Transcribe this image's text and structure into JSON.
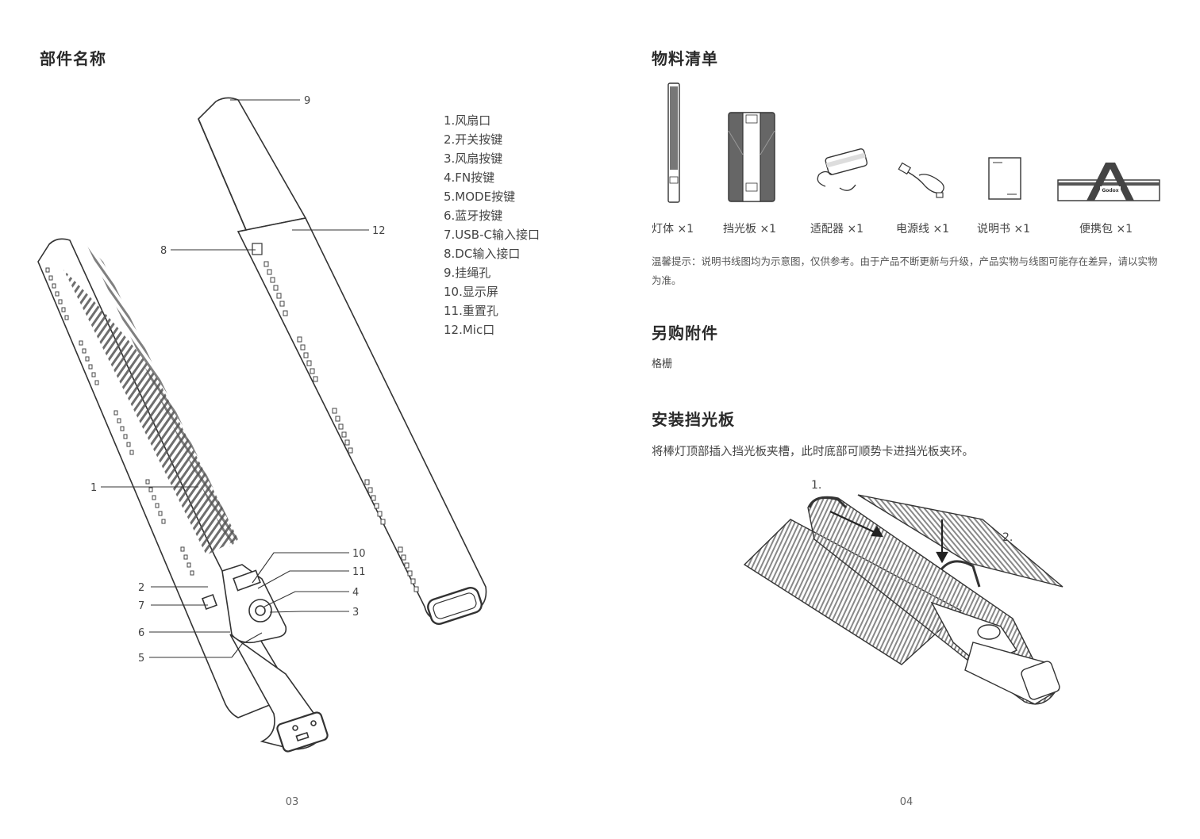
{
  "left_page": {
    "title": "部件名称",
    "parts": [
      "1.风扇口",
      "2.开关按键",
      "3.风扇按键",
      "4.FN按键",
      "5.MODE按键",
      "6.蓝牙按键",
      "7.USB-C输入接口",
      "8.DC输入接口",
      "9.挂绳孔",
      "10.显示屏",
      "11.重置孔",
      "12.Mic口"
    ],
    "callouts": [
      "1",
      "2",
      "3",
      "4",
      "5",
      "6",
      "7",
      "8",
      "9",
      "10",
      "11",
      "12"
    ],
    "page_number": "03"
  },
  "right_page": {
    "contents_title": "物料清单",
    "contents": [
      {
        "label": "灯体 ×1",
        "icon": "light-stick-icon"
      },
      {
        "label": "挡光板 ×1",
        "icon": "barn-door-icon"
      },
      {
        "label": "适配器 ×1",
        "icon": "adapter-icon"
      },
      {
        "label": "电源线 ×1",
        "icon": "power-cord-icon"
      },
      {
        "label": "说明书 ×1",
        "icon": "manual-icon"
      },
      {
        "label": "便携包 ×1",
        "icon": "carry-bag-icon"
      }
    ],
    "bag_logo": "Godox",
    "note": "温馨提示：说明书线图均为示意图，仅供参考。由于产品不断更新与升级，产品实物与线图可能存在差异，请以实物为准。",
    "accessories_title": "另购附件",
    "accessories_item": "格栅",
    "install_title": "安装挡光板",
    "install_text": "将棒灯顶部插入挡光板夹槽，此时底部可顺势卡进挡光板夹环。",
    "install_steps": [
      "1.",
      "2."
    ],
    "page_number": "04"
  }
}
